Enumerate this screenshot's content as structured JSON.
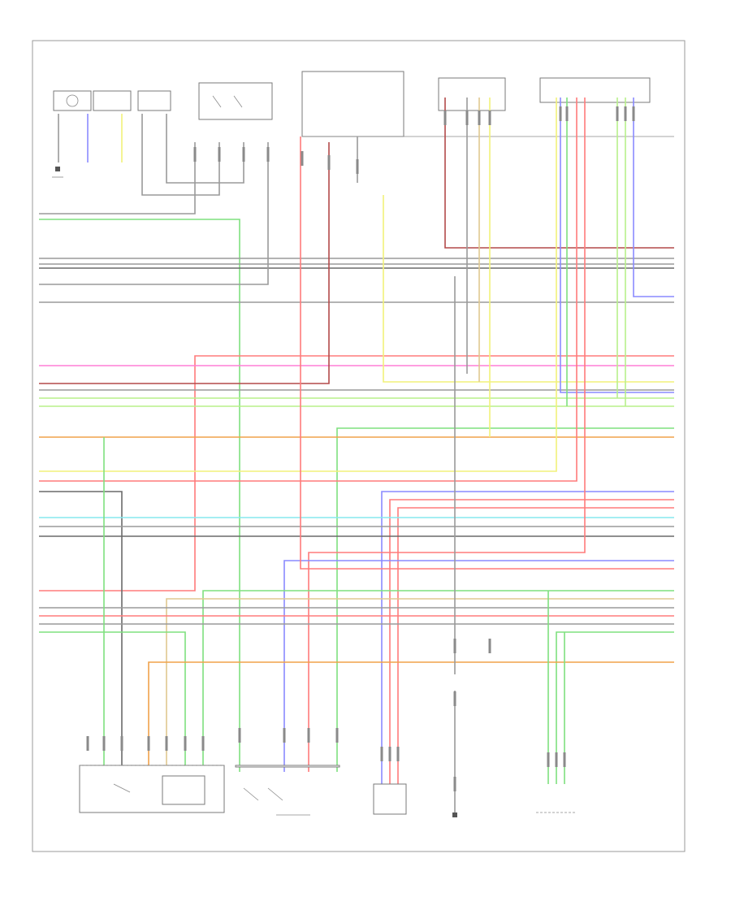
{
  "diagram": {
    "footer_code": "",
    "components_top": [
      {
        "id": "c1",
        "label": ""
      },
      {
        "id": "c2",
        "label": ""
      },
      {
        "id": "c3",
        "label": ""
      },
      {
        "id": "c4",
        "label": ""
      },
      {
        "id": "c5",
        "label": ""
      },
      {
        "id": "c6",
        "label": ""
      },
      {
        "id": "c7",
        "label": ""
      }
    ],
    "components_bottom": [
      {
        "id": "b1",
        "label": ""
      },
      {
        "id": "b2",
        "label": ""
      },
      {
        "id": "b3",
        "label": ""
      },
      {
        "id": "b4",
        "label": ""
      },
      {
        "id": "b5",
        "label": ""
      }
    ],
    "colors": {
      "red": "#ff7b7b",
      "dark_red": "#b34a4a",
      "pink": "#ff7fd6",
      "green": "#7fe07f",
      "light_green": "#b8f08a",
      "yellow": "#f2f27a",
      "blue": "#8a8aff",
      "cyan": "#86e8ee",
      "orange": "#f0a24a",
      "tan": "#e0c890",
      "gray": "#9a9a9a",
      "black": "#6a6a6a"
    }
  }
}
